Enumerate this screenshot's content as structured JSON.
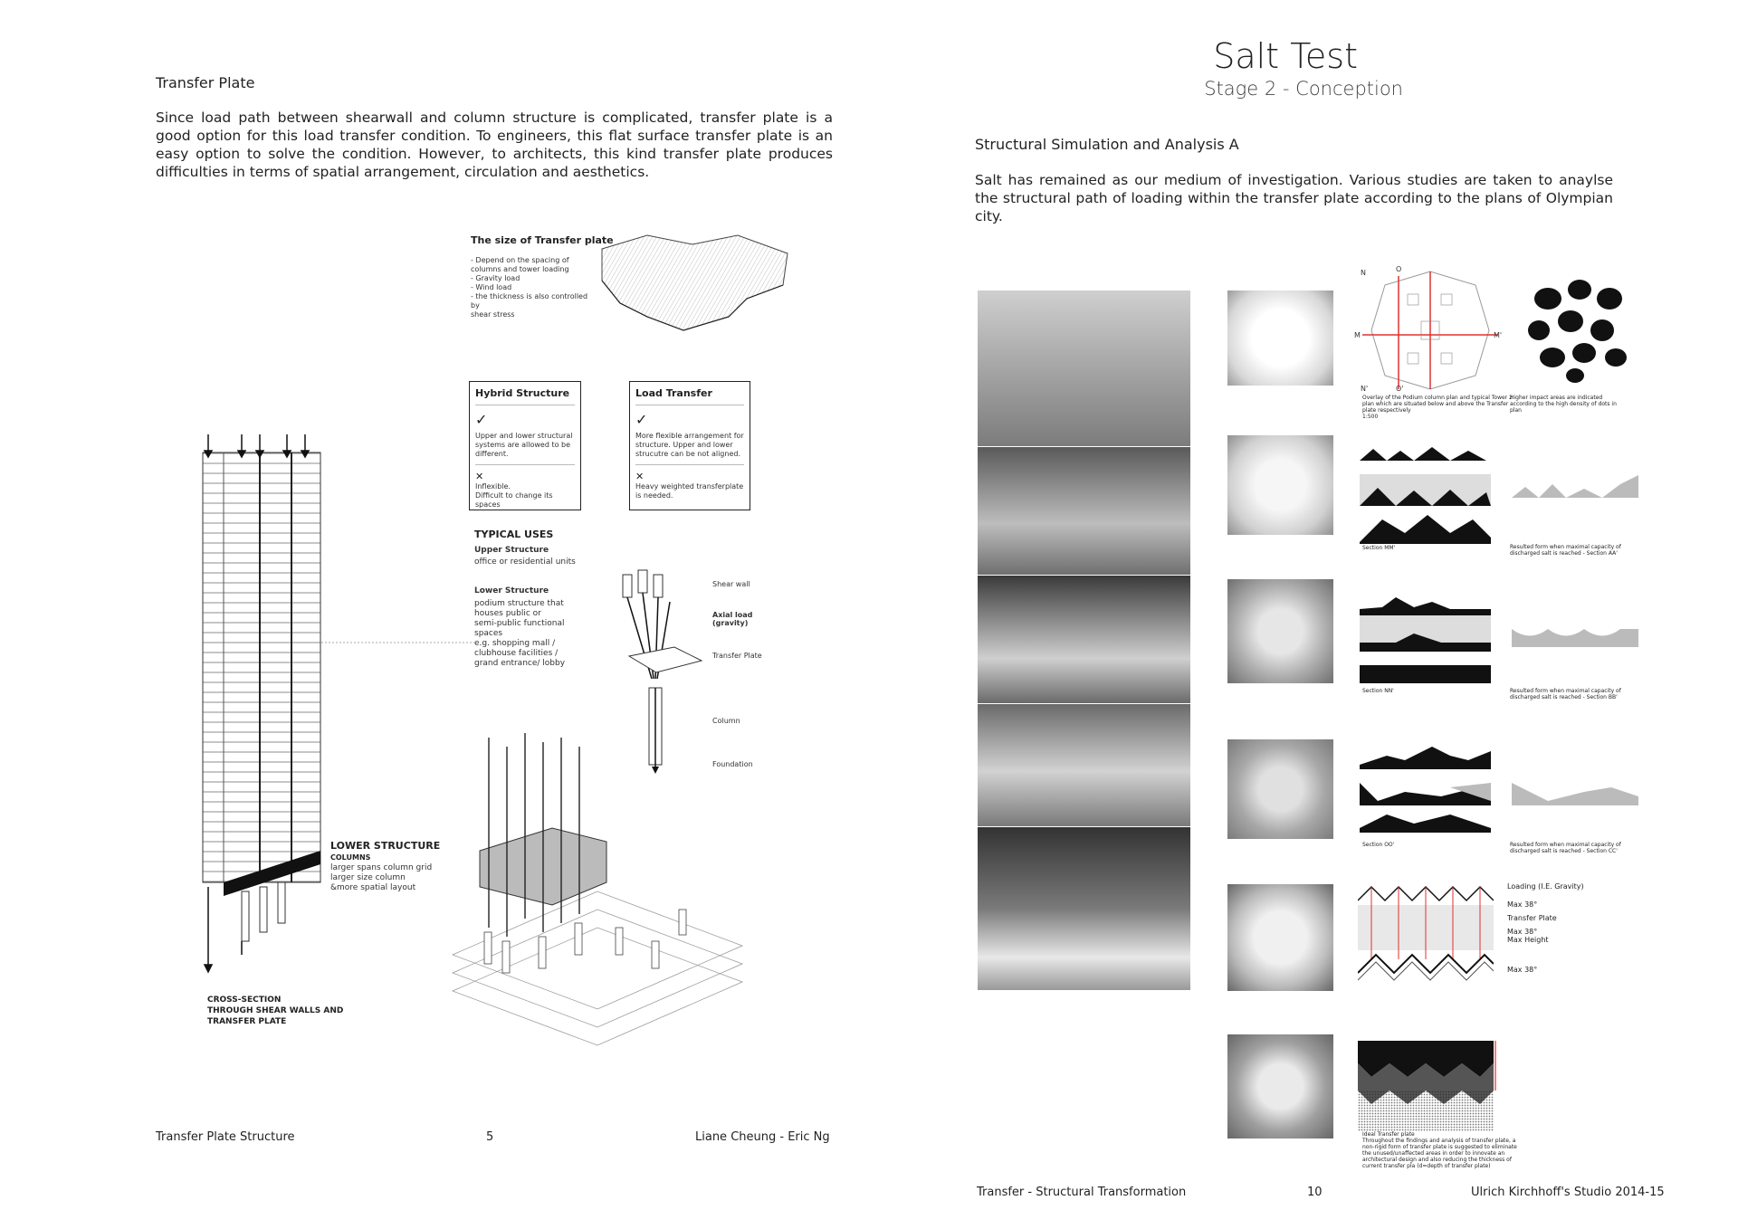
{
  "left": {
    "heading": "Transfer Plate",
    "body": "Since load path between shearwall and column structure is complicated, transfer plate is a good option for this load transfer condition. To engineers, this flat surface transfer plate is an easy option to solve the condition. However,  to architects, this kind transfer plate produces difficulties in terms of spatial arrangement, circulation and aesthetics.",
    "size_title": "The size of Transfer plate",
    "size_items": [
      "- Depend on the spacing of",
      "columns and tower loading",
      "- Gravity load",
      "- Wind load",
      "- the thickness is also controlled by",
      "shear stress"
    ],
    "hybrid": {
      "title": "Hybrid Structure",
      "pro": "Upper and lower structural systems are allowed to be different.",
      "con": "Inflexible.\nDifficult to change its spaces"
    },
    "load": {
      "title": "Load Transfer",
      "pro": "More flexible arrangement for structure. Upper and lower strucutre can be not aligned.",
      "con": "Heavy weighted transferplate is needed."
    },
    "check_mark": "✓",
    "cross_mark": "✕",
    "typical_uses": "TYPICAL USES",
    "upper_title": "Upper Structure",
    "upper_desc": "office or residential units",
    "lower_title": "Lower Structure",
    "lower_desc_lines": [
      "podium structure that",
      "houses public or",
      "semi-public functional",
      "spaces",
      "e.g. shopping mall /",
      "clubhouse facilities /",
      "grand entrance/ lobby"
    ],
    "diagram_labels": {
      "shear_wall": "Shear wall",
      "axial_load": "Axial load",
      "axial_load_sub": "(gravity)",
      "transfer_plate": "Transfer Plate",
      "column": "Column",
      "foundation": "Foundation"
    },
    "lower_structure": "LOWER STRUCTURE",
    "columns": "COLUMNS",
    "columns_desc": [
      "larger spans column grid",
      "larger size column",
      "&more spatial layout"
    ],
    "cross_section": [
      "CROSS-SECTION",
      "THROUGH SHEAR WALLS AND",
      "TRANSFER PLATE"
    ],
    "footer_title": "Transfer Plate Structure",
    "footer_page": "5",
    "footer_authors": "Liane Cheung  - Eric Ng"
  },
  "right": {
    "title": "Salt Test",
    "subtitle": "Stage 2 - Conception",
    "heading": "Structural Simulation and Analysis A",
    "body": "Salt has remained as our medium of investigation. Various studies are taken to anaylse the structural path of loading within the transfer plate according to the plans of Olympian city.",
    "captions": {
      "overlay": "Overlay of the Podium column plan and typical Tower 2 plan which are situated below and above the Transfer plate respectively\n1:500",
      "impact": "Higher impact areas are indicated according to the high density of dots in plan",
      "section_mm": "Section MM'",
      "result_aa": "Resulted form when maximal capacity of discharged salt is reached - Section AA'",
      "section_nn": "Section NN'",
      "result_bb": "Resulted form when maximal capacity of discharged salt is reached - Section BB'",
      "section_oo": "Section OO'",
      "result_cc": "Resulted form when maximal capacity of discharged salt is reached - Section CC'",
      "ideal": "Ideal Transfer plate\nThroughout the findings and analysis of transfer plate, a non-rigid form of transfer plate is suggested to eliminate the unused/unaffected areas in order to innovate an architectural design and also reducing the thickness of current transfer pla (d=depth of transfer plate)"
    },
    "plan_labels": {
      "m": "M",
      "m2": "M'",
      "n": "N",
      "n2": "N'",
      "o": "O",
      "o2": "O'"
    },
    "legend": {
      "loading": "Loading (I.E. Gravity)",
      "max38a": "Max 38°",
      "transfer_plate": "Transfer Plate",
      "max38b": "Max 38°",
      "max_height": "Max Height",
      "max38c": "Max 38°"
    },
    "footer_title": "Transfer - Structural Transformation",
    "footer_page": "10",
    "footer_studio": "Ulrich Kirchhoff's Studio 2014-15"
  }
}
